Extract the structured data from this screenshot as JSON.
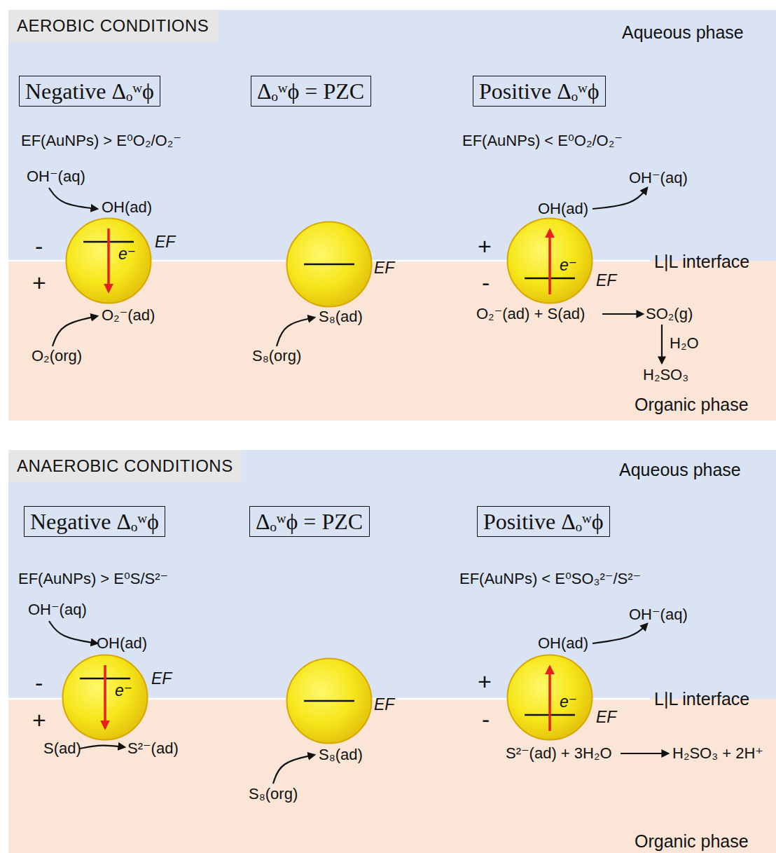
{
  "diagram": {
    "nodes": [
      {
        "text": [
          "AEROBIC CONDITIONS"
        ]
      },
      {
        "text": [
          "Negative Δₒʷϕ"
        ]
      },
      {
        "text": [
          "Δₒʷϕ = PZC"
        ]
      },
      {
        "text": [
          "Positive Δₒʷϕ"
        ]
      },
      {
        "text": [
          "e⁻",
          "EF"
        ]
      },
      {
        "text": [
          "EF"
        ]
      },
      {
        "text": [
          "e⁻",
          "EF"
        ]
      },
      {
        "text": [
          "ANAEROBIC CONDITIONS"
        ]
      },
      {
        "text": [
          "Negative Δₒʷϕ"
        ]
      },
      {
        "text": [
          "Δₒʷϕ = PZC"
        ]
      },
      {
        "text": [
          "Positive Δₒʷϕ"
        ]
      },
      {
        "text": [
          "e⁻",
          "EF"
        ]
      },
      {
        "text": [
          "EF"
        ]
      },
      {
        "text": [
          "e⁻",
          "EF"
        ]
      }
    ],
    "labels": [
      "Aqueous phase",
      "EF(AuNPs) > E⁰O₂/O₂⁻",
      "EF(AuNPs) < E⁰O₂/O₂⁻",
      "OH⁻(aq)",
      "OH(ad)",
      "-",
      "+",
      "O₂⁻(ad)",
      "O₂(org)",
      "S₈(ad)",
      "S₈(org)",
      "OH(ad)",
      "OH⁻(aq)",
      "+",
      "-",
      "L|L interface",
      "O₂⁻(ad) + S(ad)",
      "SO₂(g)",
      "H₂O",
      "H₂SO₃",
      "Organic phase",
      "Aqueous phase",
      "EF(AuNPs) > E⁰S/S²⁻",
      "EF(AuNPs) < E⁰SO₃²⁻/S²⁻",
      "OH⁻(aq)",
      "OH(ad)",
      "-",
      "+",
      "S(ad)",
      "S²⁻(ad)",
      "S₈(ad)",
      "S₈(org)",
      "OH(ad)",
      "OH⁻(aq)",
      "+",
      "-",
      "L|L interface",
      "S²⁻(ad) + 3H₂O",
      "H₂SO₃ + 2H⁺",
      "Organic phase"
    ]
  }
}
